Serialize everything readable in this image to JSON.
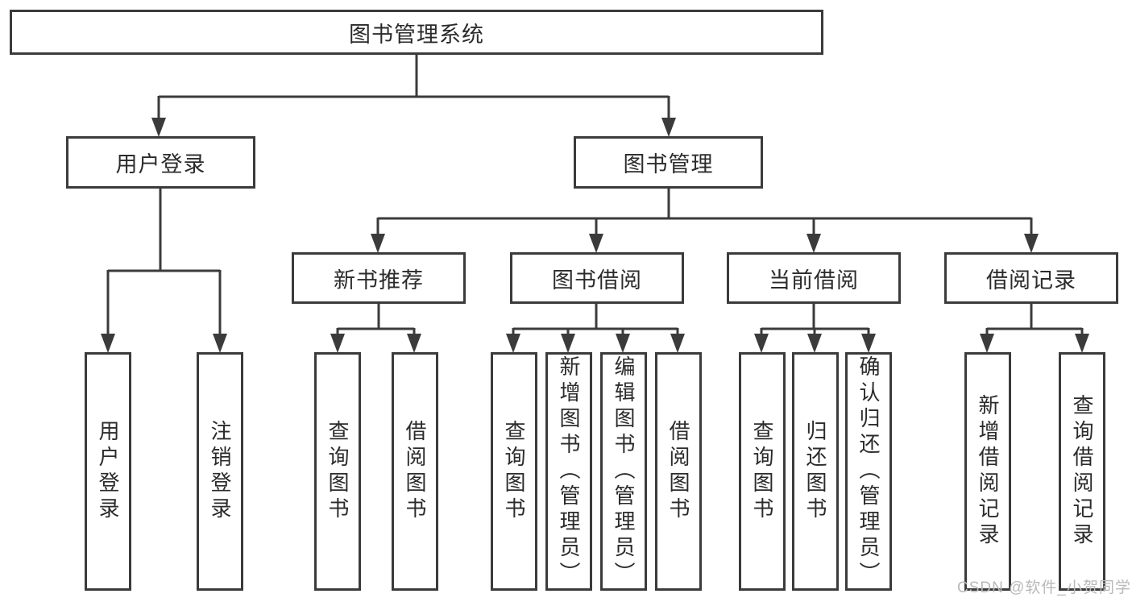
{
  "diagram": {
    "root": {
      "label": "图书管理系统"
    },
    "level2": [
      {
        "label": "用户登录"
      },
      {
        "label": "图书管理"
      }
    ],
    "level3": [
      {
        "label": "新书推荐"
      },
      {
        "label": "图书借阅"
      },
      {
        "label": "当前借阅"
      },
      {
        "label": "借阅记录"
      }
    ],
    "leaves": {
      "user_login": [
        "用户登录",
        "注销登录"
      ],
      "new_book": [
        "查询图书",
        "借阅图书"
      ],
      "book_borrow": [
        "查询图书",
        "新增图书（管理员）",
        "编辑图书（管理员）",
        "借阅图书"
      ],
      "current_borrow": [
        "查询图书",
        "归还图书",
        "确认归还（管理员）"
      ],
      "borrow_record": [
        "新增借阅记录",
        "查询借阅记录"
      ]
    }
  },
  "watermark": {
    "text": "CSDN @软件_小贺同学"
  },
  "colors": {
    "line": "#3b3b3b",
    "text": "#2b2b2b",
    "watermark_gray": "#b9b9b9",
    "background": "#ffffff"
  }
}
